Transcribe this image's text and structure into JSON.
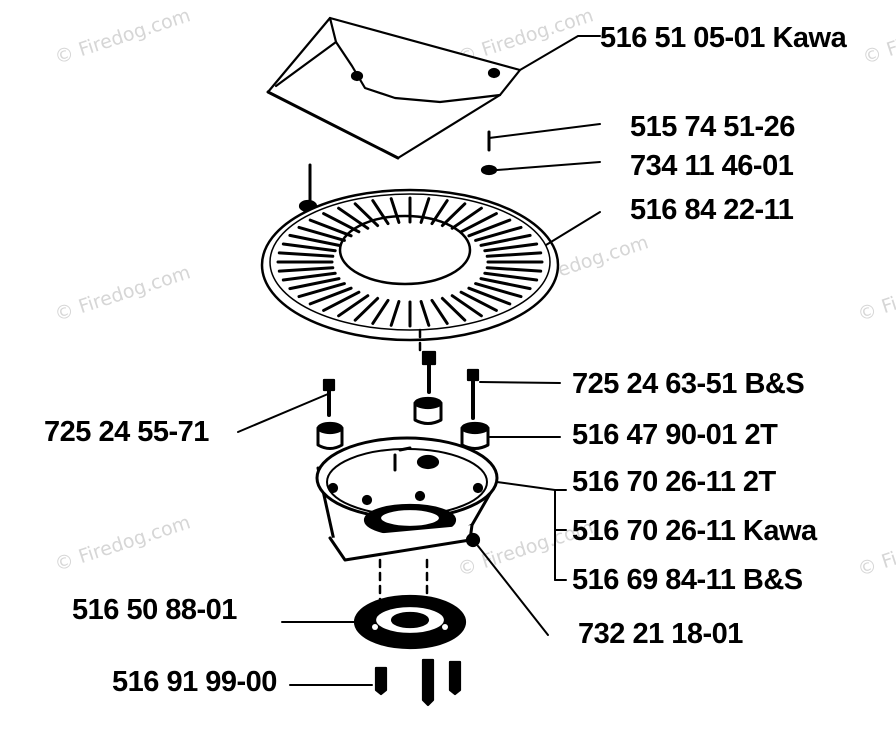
{
  "parts": [
    {
      "id": "cover",
      "part_number": "516 51 05-01 Kawa"
    },
    {
      "id": "screw-top",
      "part_number": "515 74 51-26"
    },
    {
      "id": "washer-top",
      "part_number": "734 11 46-01"
    },
    {
      "id": "fan-plate",
      "part_number": "516 84 22-11"
    },
    {
      "id": "screw-bs",
      "part_number": "725 24 63-51 B&S"
    },
    {
      "id": "screw-left",
      "part_number": "725 24 55-71"
    },
    {
      "id": "spacer",
      "part_number": "516 47 90-01 2T"
    },
    {
      "id": "pulley-2t",
      "part_number": "516 70 26-11 2T"
    },
    {
      "id": "pulley-kawa",
      "part_number": "516 70 26-11 Kawa"
    },
    {
      "id": "pulley-bs",
      "part_number": "516 69 84-11 B&S"
    },
    {
      "id": "plate",
      "part_number": "516 50 88-01"
    },
    {
      "id": "nut",
      "part_number": "732 21 18-01"
    },
    {
      "id": "screw-bottom",
      "part_number": "516 91 99-00"
    }
  ],
  "watermark": "© Firedog.com"
}
